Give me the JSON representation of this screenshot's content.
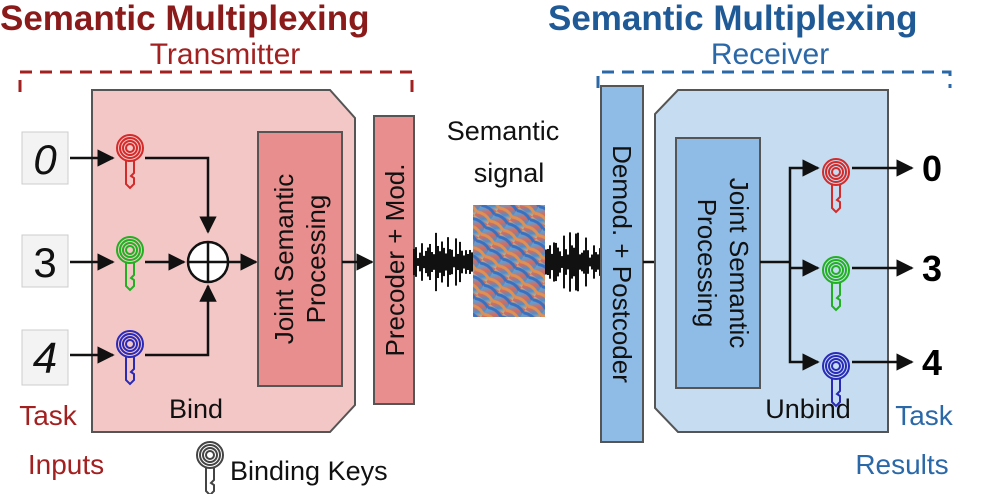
{
  "transmitter": {
    "title": "Semantic Multiplexing",
    "subtitle": "Transmitter",
    "digits": [
      "0",
      "3",
      "4"
    ],
    "key_colors": [
      "#d42a2a",
      "#22b022",
      "#2a2ab8"
    ],
    "jsp_line1": "Joint Semantic",
    "jsp_line2": "Processing",
    "bind_label": "Bind",
    "precoder_label": "Precoder + Mod.",
    "task_label_1": "Task",
    "task_label_2": "Inputs",
    "accent": "#8b1a1a",
    "panel_fill": "#f4c7c7",
    "block_fill": "#e88e8e"
  },
  "channel": {
    "label_1": "Semantic",
    "label_2": "signal"
  },
  "legend": {
    "label": "Binding Keys",
    "icon": "fingerprint-key-icon"
  },
  "receiver": {
    "title": "Semantic Multiplexing",
    "subtitle": "Receiver",
    "demod_label": "Demod. + Postcoder",
    "jsp_line1": "Joint Semantic",
    "jsp_line2": "Processing",
    "unbind_label": "Unbind",
    "outputs": [
      "0",
      "3",
      "4"
    ],
    "key_colors": [
      "#d42a2a",
      "#22b022",
      "#2a2ab8"
    ],
    "task_label_1": "Task",
    "task_label_2": "Results",
    "accent": "#1f5a96",
    "panel_fill": "#c6dcf0",
    "block_fill": "#8fbce6"
  }
}
